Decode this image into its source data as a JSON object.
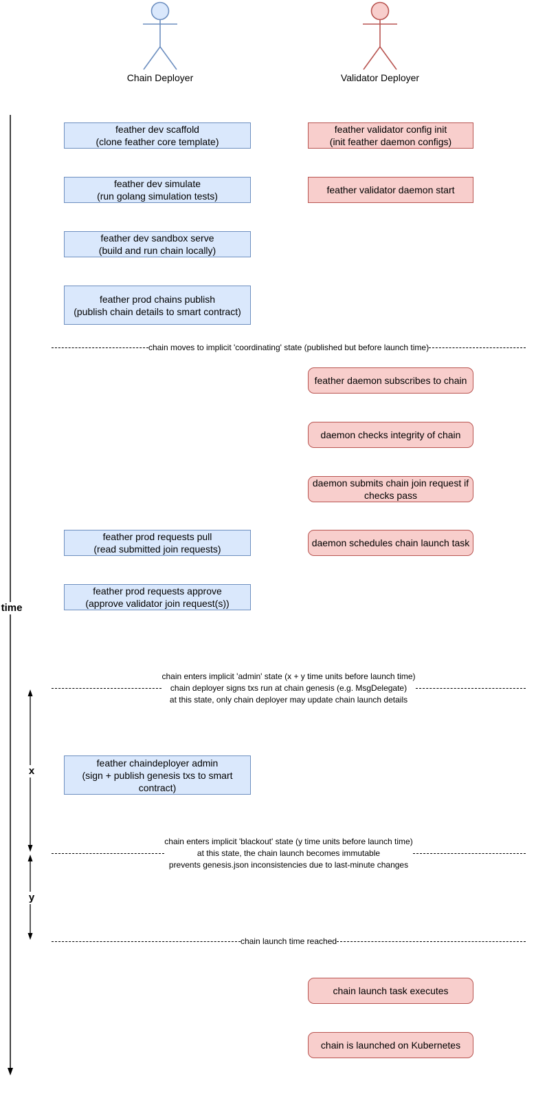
{
  "actors": {
    "chain_deployer": {
      "label": "Chain Deployer",
      "fill": "#dae8fc",
      "stroke": "#6c8ebf"
    },
    "validator_deployer": {
      "label": "Validator Deployer",
      "fill": "#f8cecc",
      "stroke": "#b85450"
    }
  },
  "timeline": {
    "axis_label": "time",
    "x_interval_label": "x",
    "y_interval_label": "y"
  },
  "chain_column": {
    "boxes": [
      {
        "title": "feather dev scaffold",
        "subtitle": "(clone feather core template)"
      },
      {
        "title": "feather dev simulate",
        "subtitle": "(run golang simulation tests)"
      },
      {
        "title": "feather dev sandbox serve",
        "subtitle": "(build and run chain locally)"
      },
      {
        "title": "feather prod chains publish",
        "subtitle": "(publish chain details to smart contract)"
      },
      {
        "title": "feather prod requests pull",
        "subtitle": "(read submitted join requests)"
      },
      {
        "title": "feather prod requests approve",
        "subtitle": "(approve validator join request(s))"
      },
      {
        "title": "feather chaindeployer admin",
        "subtitle": "(sign + publish genesis txs to smart contract)"
      }
    ]
  },
  "validator_column": {
    "boxes": [
      {
        "title": "feather validator config init",
        "subtitle": "(init feather daemon configs)"
      },
      {
        "title": "feather validator daemon start"
      },
      {
        "title": "feather daemon subscribes to chain"
      },
      {
        "title": "daemon checks integrity of chain"
      },
      {
        "title": "daemon submits chain join request if checks pass"
      },
      {
        "title": "daemon schedules chain launch task"
      },
      {
        "title": "chain launch task executes"
      },
      {
        "title": "chain is launched on Kubernetes"
      }
    ]
  },
  "milestones": [
    {
      "lines": [
        "chain moves to implicit 'coordinating' state (published but before launch time)"
      ]
    },
    {
      "lines": [
        "chain enters implicit 'admin' state (x + y time units before launch time)",
        "chain deployer signs txs run at chain genesis (e.g. MsgDelegate)",
        "at this state, only chain deployer may update chain launch details"
      ]
    },
    {
      "lines": [
        "chain enters implicit 'blackout' state (y time units before launch time)",
        "at this state, the chain launch becomes immutable",
        "prevents genesis.json inconsistencies due to last-minute changes"
      ]
    },
    {
      "lines": [
        "chain launch time reached"
      ]
    }
  ]
}
